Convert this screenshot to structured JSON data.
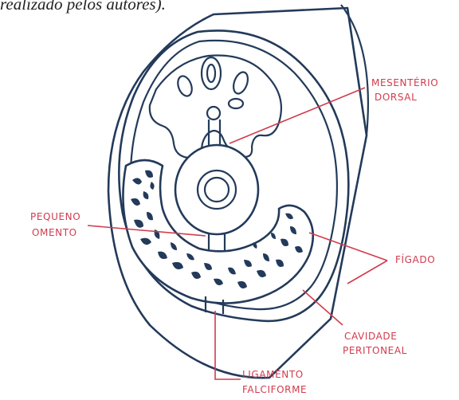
{
  "caption": "realizado pelos autores).",
  "labels": {
    "mesenterio_line1": "MESENTÉRIO",
    "mesenterio_line2": "DORSAL",
    "pequeno_line1": "PEQUENO",
    "pequeno_line2": "OMENTO",
    "figado": "FÍGADO",
    "cavidade_line1": "CAVIDADE",
    "cavidade_line2": "PERITONEAL",
    "ligamento_line1": "LIGAMENTO",
    "ligamento_line2": "FALCIFORME"
  },
  "colors": {
    "outline": "#233a5a",
    "label": "#d13b4e"
  }
}
